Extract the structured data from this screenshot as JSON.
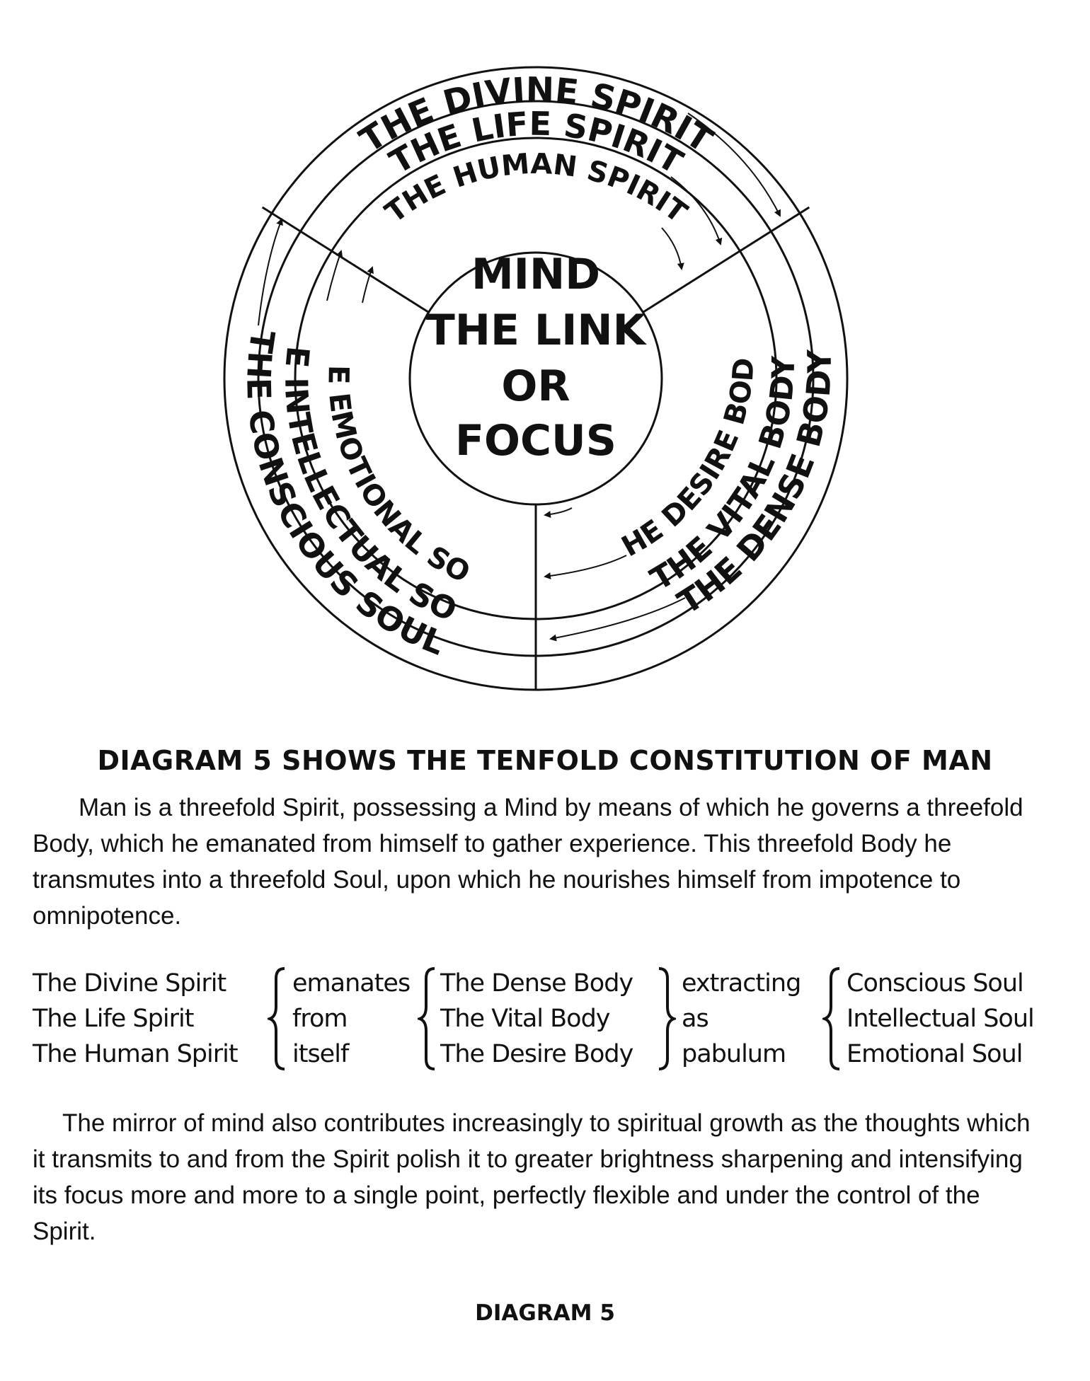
{
  "diagram": {
    "center": [
      "MIND",
      "THE LINK",
      "OR",
      "FOCUS"
    ],
    "spirits": [
      "THE DIVINE SPIRIT",
      "THE LIFE SPIRIT",
      "THE HUMAN SPIRIT"
    ],
    "souls": [
      "THE CONSCIOUS SOUL",
      "THE INTELLECTUAL SOUL",
      "THE EMOTIONAL SOUL"
    ],
    "bodies": [
      "THE DENSE BODY",
      "THE VITAL BODY",
      "THE DESIRE BODY"
    ]
  },
  "heading": "DIAGRAM 5 SHOWS THE TENFOLD CONSTITUTION OF MAN",
  "paragraph1": "Man is a threefold Spirit, possessing a Mind by means of which he governs a threefold Body, which he emanated from himself to gather experience. This threefold Body he transmutes into a threefold Soul, upon which he nourishes himself from impotence to omnipotence.",
  "table": {
    "spirits": [
      "The Divine Spirit",
      "The Life Spirit",
      "The Human Spirit"
    ],
    "verb1": [
      "emanates",
      "from",
      "itself"
    ],
    "bodies": [
      "The Dense Body",
      "The Vital Body",
      "The Desire Body"
    ],
    "verb2": [
      "extracting",
      "as",
      "pabulum"
    ],
    "souls": [
      "Conscious Soul",
      "Intellectual Soul",
      "Emotional Soul"
    ]
  },
  "paragraph2": "The mirror of mind also contributes increasingly to spiritual growth as the thoughts which it transmits to and from the Spirit polish it to greater brightness sharpening and intensifying its focus more and more to a single point, perfectly flexible and under the control of the Spirit.",
  "footer": "DIAGRAM 5"
}
